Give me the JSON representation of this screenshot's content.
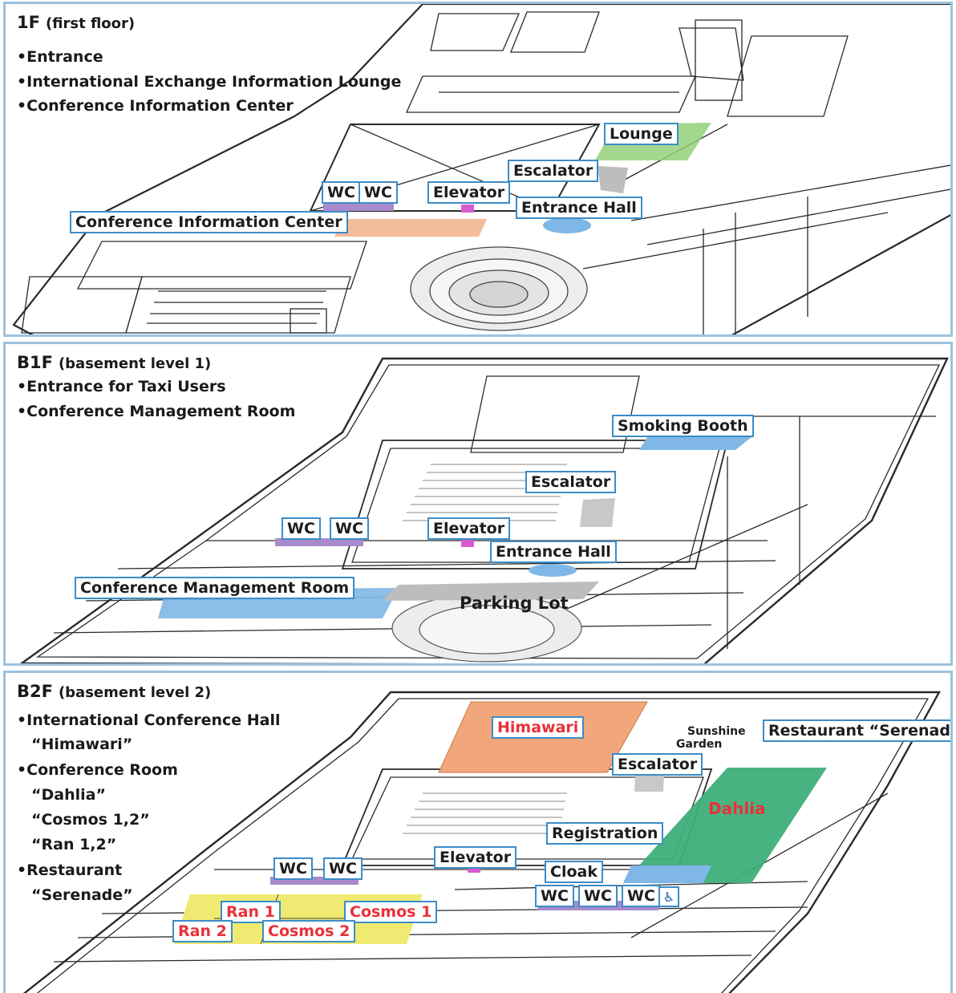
{
  "floors": [
    {
      "code": "1F",
      "subtitle": "(first floor)",
      "bullets": [
        "•Entrance",
        "•International Exchange Information Lounge",
        "•Conference Information Center"
      ],
      "labels": {
        "lounge": "Lounge",
        "escalator": "Escalator",
        "wc1": "WC",
        "wc2": "WC",
        "elevator": "Elevator",
        "entrance_hall": "Entrance Hall",
        "conference_info_center": "Conference Information Center"
      }
    },
    {
      "code": "B1F",
      "subtitle": "(basement level 1)",
      "bullets": [
        "•Entrance for Taxi Users",
        "•Conference Management Room"
      ],
      "labels": {
        "smoking_booth": "Smoking Booth",
        "escalator": "Escalator",
        "wc1": "WC",
        "wc2": "WC",
        "elevator": "Elevator",
        "entrance_hall": "Entrance Hall",
        "conference_mgmt_room": "Conference Management Room",
        "parking_lot": "Parking Lot"
      }
    },
    {
      "code": "B2F",
      "subtitle": "(basement level 2)",
      "bullets": [
        "•International Conference Hall",
        "“Himawari”",
        "•Conference Room",
        "“Dahlia”",
        "“Cosmos 1,2”",
        "“Ran 1,2”",
        "•Restaurant",
        "“Serenade”"
      ],
      "labels": {
        "himawari": "Himawari",
        "sunshine_garden_1": "Sunshine",
        "sunshine_garden_2": "Garden",
        "restaurant": "Restaurant “Serenade”",
        "escalator": "Escalator",
        "dahlia": "Dahlia",
        "registration": "Registration",
        "elevator": "Elevator",
        "cloak": "Cloak",
        "wc_left1": "WC",
        "wc_left2": "WC",
        "wc_right1": "WC",
        "wc_right2": "WC",
        "wc_right3": "WC",
        "ran1": "Ran 1",
        "ran2": "Ran 2",
        "cosmos1": "Cosmos 1",
        "cosmos2": "Cosmos 2"
      },
      "accessible_icon": "wheelchair-icon"
    }
  ],
  "colors": {
    "label_border": "#3c8cc8",
    "room_name_red": "#e8313a",
    "panel_border": "#9cc2de",
    "lounge_green": "#93d07a",
    "info_center_orange": "#f2b896",
    "wc_purple": "#a98acc",
    "elevator_pink": "#d85ad0",
    "entrance_blue": "#7fb7e6",
    "himawari_orange": "#f2a77a",
    "dahlia_green": "#3fae7a",
    "ran_cosmos_yellow": "#f0ea72",
    "parking_gray": "#bdbdbd"
  }
}
